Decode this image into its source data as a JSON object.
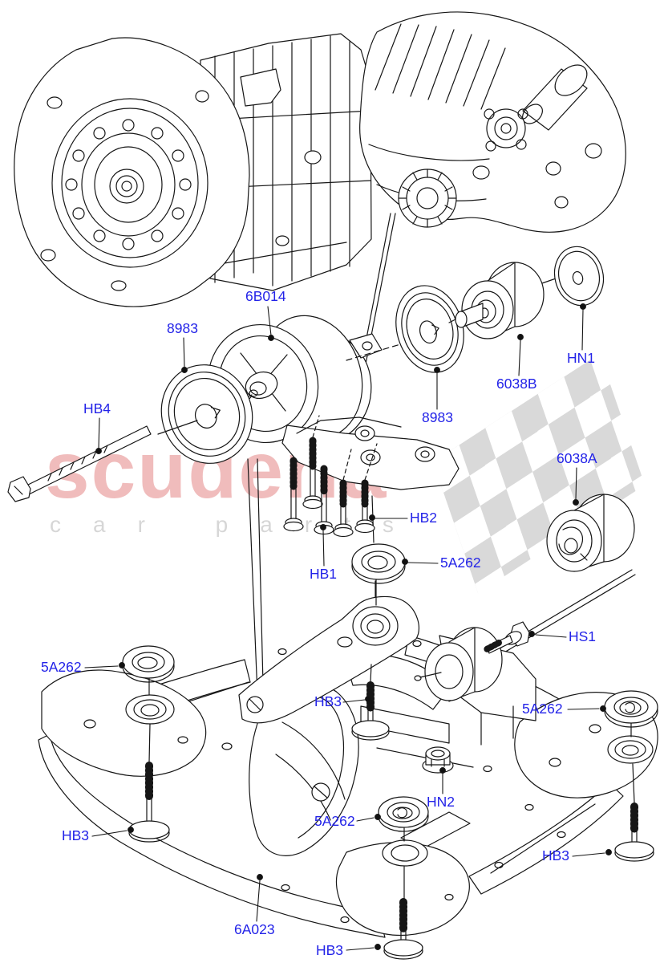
{
  "watermark": {
    "brand": "scuderia",
    "subtitle": "car parts",
    "brand_color": "#efb9b9",
    "subtitle_color": "#d6d6d6",
    "flag": "checkered-flag"
  },
  "colors": {
    "label": "#2323e8",
    "line_art": "#161616",
    "background": "#ffffff"
  },
  "diagram": {
    "description_parts": [
      "transmission",
      "transfer-case",
      "gearbox-mount",
      "mount-discs",
      "bushings",
      "bolts",
      "washers",
      "subframe-crossmember"
    ]
  },
  "labels": [
    {
      "text": "6B014"
    },
    {
      "text": "8983"
    },
    {
      "text": "HB4"
    },
    {
      "text": "8983"
    },
    {
      "text": "6038B"
    },
    {
      "text": "HN1"
    },
    {
      "text": "6038A"
    },
    {
      "text": "HB2"
    },
    {
      "text": "HB1"
    },
    {
      "text": "5A262"
    },
    {
      "text": "5A262"
    },
    {
      "text": "HS1"
    },
    {
      "text": "HB3"
    },
    {
      "text": "5A262"
    },
    {
      "text": "HN2"
    },
    {
      "text": "5A262"
    },
    {
      "text": "6A023"
    },
    {
      "text": "HB3"
    },
    {
      "text": "HB3"
    },
    {
      "text": "HB3"
    }
  ]
}
